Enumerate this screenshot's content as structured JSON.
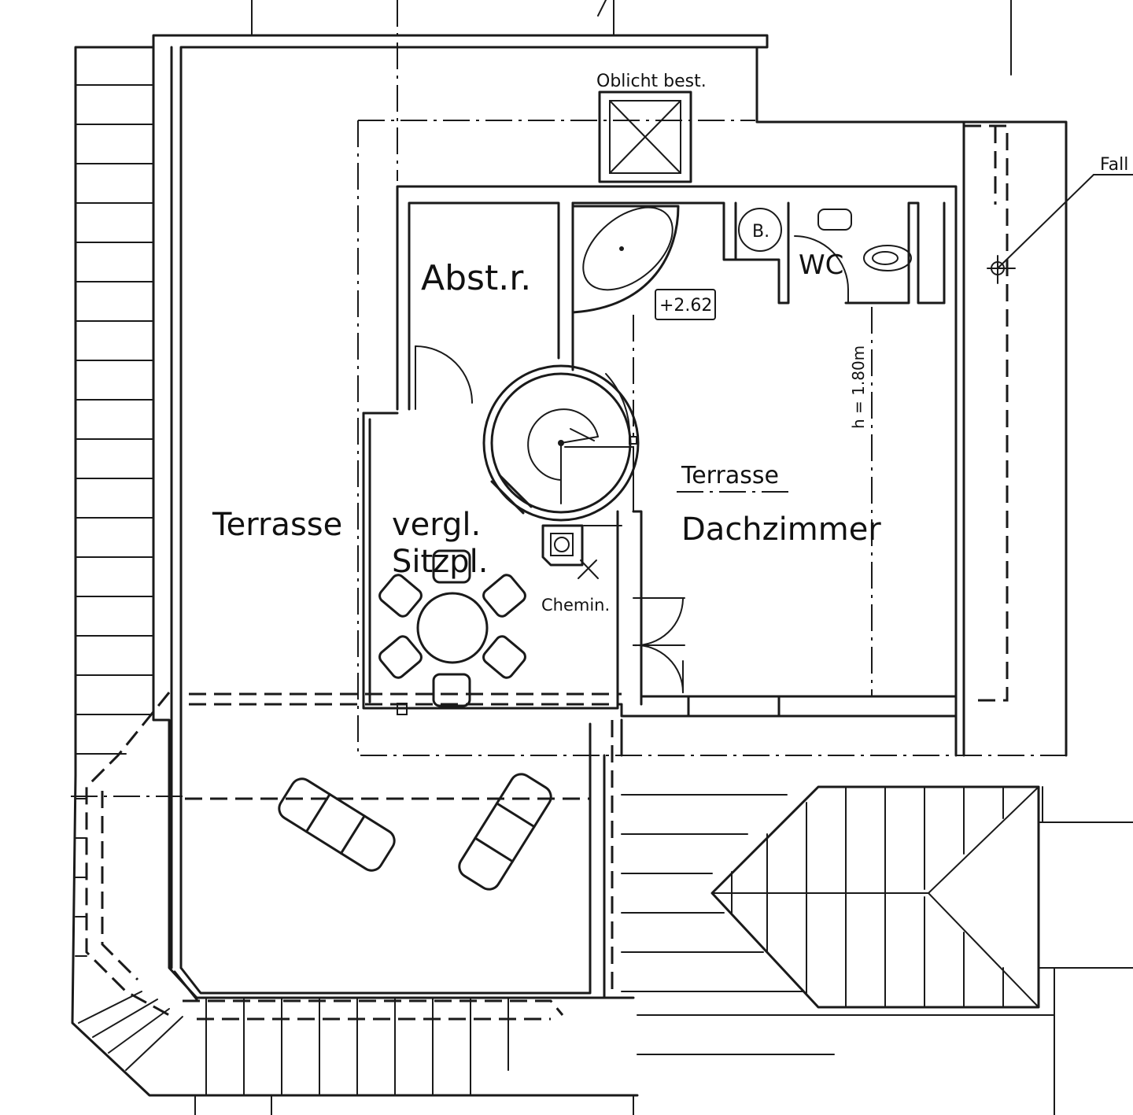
{
  "labels": {
    "oblicht": "Oblicht best.",
    "fall": "Fall",
    "bad": "B.",
    "wc": "WC",
    "abstellraum": "Abst.r.",
    "level": "+2.62",
    "height": "h = 1.80m",
    "terrasse_right": "Terrasse",
    "dachzimmer": "Dachzimmer",
    "terrasse_left": "Terrasse",
    "vergl": "vergl.",
    "sitzpl": "Sitzpl.",
    "chemin": "Chemin."
  },
  "colors": {
    "ink": "#1a1a1a",
    "paper": "#ffffff"
  }
}
